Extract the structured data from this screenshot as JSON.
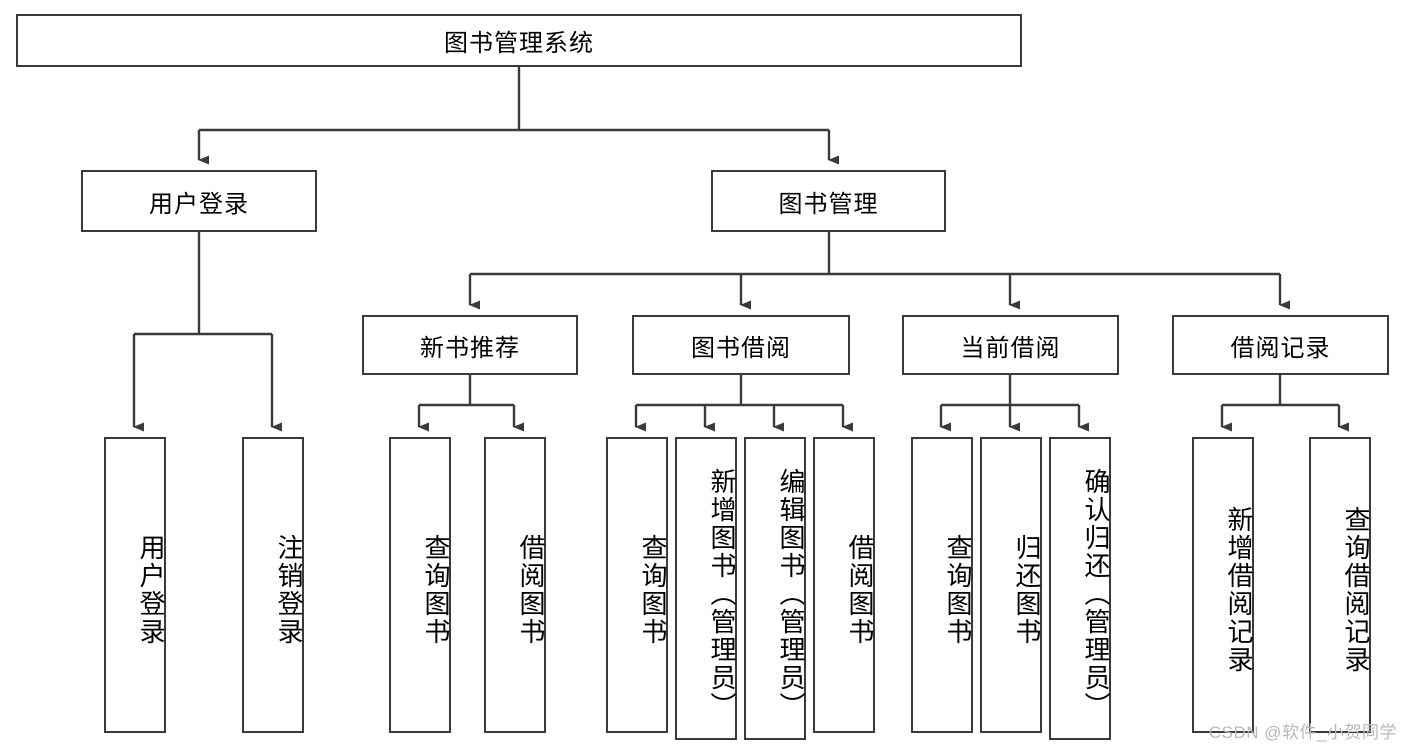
{
  "title": "图书管理系统",
  "watermark": "CSDN @软件_小贺同学",
  "colors": {
    "box_border": "#3a3a3a",
    "box_fill": "#ffffff",
    "edge": "#3a3a3a",
    "text": "#000000",
    "watermark": "#b9b9b9",
    "background": "#ffffff"
  },
  "tree": {
    "root": {
      "label": "图书管理系统"
    },
    "level1": [
      {
        "label": "用户登录"
      },
      {
        "label": "图书管理"
      }
    ],
    "level2": [
      {
        "label": "新书推荐"
      },
      {
        "label": "图书借阅"
      },
      {
        "label": "当前借阅"
      },
      {
        "label": "借阅记录"
      }
    ],
    "leaves": {
      "user_login": [
        {
          "label": "用户登录"
        },
        {
          "label": "注销登录"
        }
      ],
      "new_book_recommend": [
        {
          "label": "查询图书"
        },
        {
          "label": "借阅图书"
        }
      ],
      "book_borrow": [
        {
          "label": "查询图书"
        },
        {
          "label": "新增图书（管理员）"
        },
        {
          "label": "编辑图书（管理员）"
        },
        {
          "label": "借阅图书"
        }
      ],
      "current_borrow": [
        {
          "label": "查询图书"
        },
        {
          "label": "归还图书"
        },
        {
          "label": "确认归还（管理员）"
        }
      ],
      "borrow_record": [
        {
          "label": "新增借阅记录"
        },
        {
          "label": "查询借阅记录"
        }
      ]
    }
  }
}
